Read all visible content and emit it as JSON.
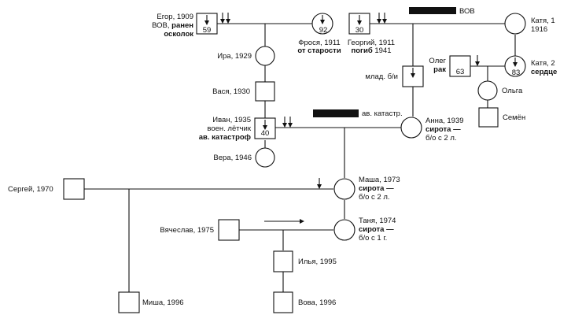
{
  "bars": {
    "wwii": "ВОВ",
    "catastrophe": "ав. катастр."
  },
  "people": {
    "egor": {
      "name": "Егор, 1909",
      "note1": "ВОВ, ",
      "note1b": "ранен",
      "note2": "осколок",
      "age": "59"
    },
    "frosya": {
      "name": "Фрося, 1911",
      "note": "от старости",
      "age": "92"
    },
    "georgiy": {
      "name": "Георгий, 1911",
      "note_b": "погиб",
      "note": " 1941",
      "age": "30"
    },
    "katya1": {
      "name": "Катя, 1",
      "year": "1916"
    },
    "ira": {
      "name": "Ира, 1929"
    },
    "mlad": {
      "name": "млад. б/и"
    },
    "oleg": {
      "name": "Олег",
      "note": "рак",
      "age": "63"
    },
    "katya2": {
      "name": "Катя, 2",
      "note": "сердце",
      "age": "83"
    },
    "olga": {
      "name": "Ольга"
    },
    "vasya": {
      "name": "Вася, 1930"
    },
    "semyon": {
      "name": "Семён"
    },
    "ivan": {
      "name": "Иван, 1935",
      "note1": "воен. лётчик",
      "note2": "ав. катастроф",
      "age": "40"
    },
    "anna": {
      "name": "Анна, 1939",
      "note_b": "сирота —",
      "note": "б/о с 2 л."
    },
    "vera": {
      "name": "Вера, 1946"
    },
    "sergey": {
      "name": "Сергей, 1970"
    },
    "masha": {
      "name": "Маша, 1973",
      "note_b": "сирота —",
      "note": "б/о с 2 л."
    },
    "vyacheslav": {
      "name": "Вячеслав, 1975"
    },
    "tanya": {
      "name": "Таня, 1974",
      "note_b": "сирота —",
      "note": "б/о с 1 г."
    },
    "ilya": {
      "name": "Илья, 1995"
    },
    "misha": {
      "name": "Миша, 1996"
    },
    "vova": {
      "name": "Вова, 1996"
    }
  }
}
